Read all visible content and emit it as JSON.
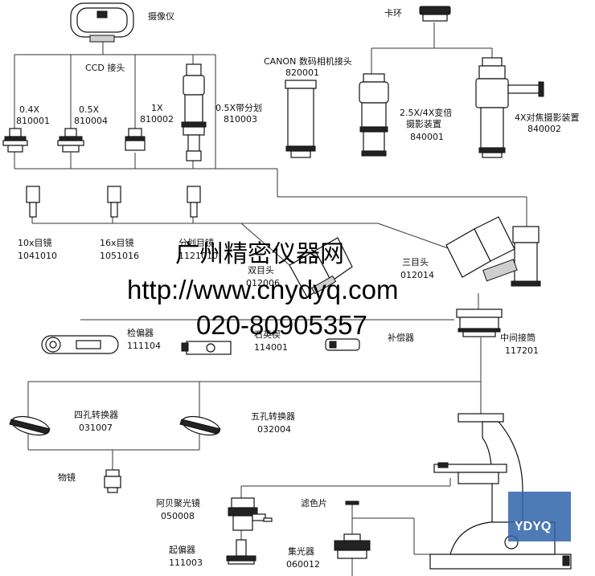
{
  "components": {
    "camera": {
      "label": "摄像仪"
    },
    "ccd": {
      "label": "CCD 接头"
    },
    "ccd_04x": {
      "label": "0.4X",
      "code": "810001"
    },
    "ccd_05x": {
      "label": "0.5X",
      "code": "810004"
    },
    "ccd_1x": {
      "label": "1X",
      "code": "810002"
    },
    "ccd_05x_reticle": {
      "label": "0.5X带分划",
      "code": "810003"
    },
    "clamp_ring": {
      "label": "卡环"
    },
    "canon": {
      "label": "CANON 数码相机接头",
      "code": "820001"
    },
    "zoom_photo": {
      "label": "2.5X/4X变倍",
      "label2": "摄影装置",
      "code": "840001"
    },
    "focus_photo": {
      "label": "4X对焦摄影装置",
      "code": "840002"
    },
    "ep_10x": {
      "label": "10x目镜",
      "code": "1041010"
    },
    "ep_16x": {
      "label": "16x目镜",
      "code": "1051016"
    },
    "ep_reticle": {
      "label": "分划目镜",
      "code": "1121010"
    },
    "bino_head": {
      "label": "双目头",
      "code": "012006"
    },
    "trino_head": {
      "label": "三目头",
      "code": "012014"
    },
    "analyzer": {
      "label": "检偏器",
      "code": "111104"
    },
    "quartz_wedge": {
      "label": "石英楔",
      "code": "114001"
    },
    "compensator": {
      "label": "补偿器"
    },
    "middle_tube": {
      "label": "中间接筒",
      "code": "117201"
    },
    "nosepiece_4": {
      "label": "四孔转换器",
      "code": "031007"
    },
    "nosepiece_5": {
      "label": "五孔转换器",
      "code": "032004"
    },
    "objective": {
      "label": "物镜"
    },
    "abbe": {
      "label": "阿贝聚光镜",
      "code": "050008"
    },
    "filter": {
      "label": "滤色片"
    },
    "polarizer": {
      "label": "起偏器",
      "code": "111003"
    },
    "condenser": {
      "label": "集光器",
      "code": "060012"
    }
  },
  "watermark": {
    "company": "广州精密仪器网",
    "url": "http://www.cnydyq.com",
    "phone": "020-80905357",
    "logo": "YDYQ"
  }
}
